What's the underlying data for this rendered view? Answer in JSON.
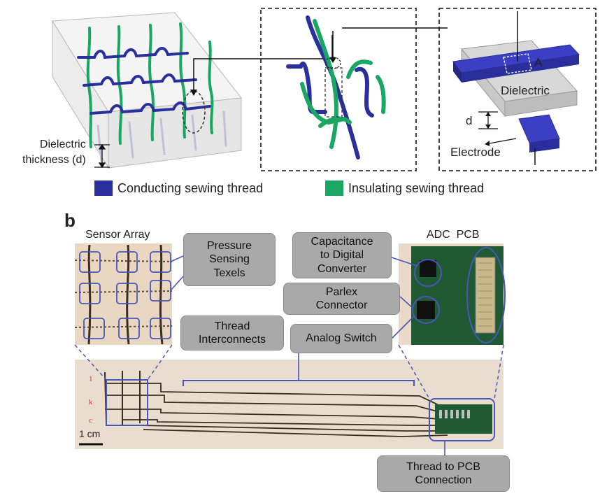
{
  "panel_a": {
    "dielectric_thickness_label": "Dielectric\nthickness (d)",
    "capacitor_area_label": "A",
    "dielectric_label": "Dielectric",
    "d_label": "d",
    "electrode_label": "Electrode"
  },
  "legend": {
    "conducting": {
      "label": "Conducting sewing thread",
      "color": "#2b2f9c"
    },
    "insulating": {
      "label": "Insulating sewing thread",
      "color": "#1aa663"
    }
  },
  "panel_b": {
    "panel_letter": "b",
    "sensor_array_title": "Sensor Array",
    "adc_pcb_title": "ADC  PCB",
    "callouts": {
      "pressure": "Pressure\nSensing\nTexels",
      "cdc": "Capacitance\nto Digital\nConverter",
      "parlex": "Parlex\nConnector",
      "thread_interconnects": "Thread\nInterconnects",
      "analog_switch": "Analog Switch",
      "thread_to_pcb": "Thread to PCB\nConnection"
    },
    "scale_bar": "1 cm"
  },
  "colors": {
    "box_outline": "#4a56b8",
    "callout_fill": "#a9a9a9",
    "fabric": "#e9ddd0"
  }
}
